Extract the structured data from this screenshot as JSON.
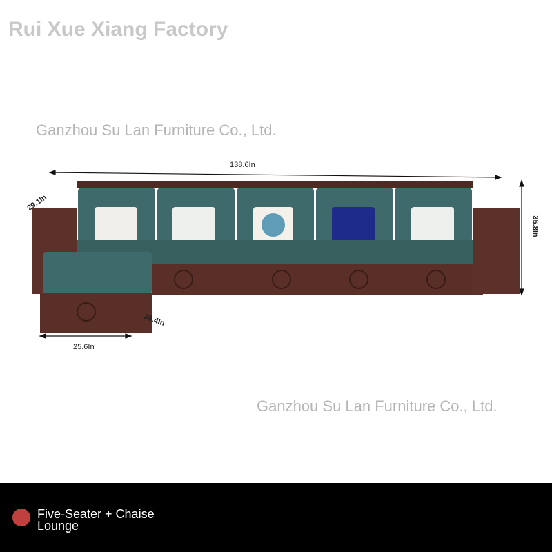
{
  "watermarks": {
    "factory": "Rui Xue Xiang Factory",
    "company_top": "Ganzhou Su Lan Furniture Co., Ltd.",
    "company_bottom": "Ganzhou Su Lan Furniture Co., Ltd."
  },
  "dimensions": {
    "length": "138.6In",
    "arm_depth": "29.1In",
    "height": "35.8In",
    "chaise_length": "39.4In",
    "chaise_width": "25.6In"
  },
  "caption": {
    "text": "Five-Seater + Chaise Lounge",
    "dot_color": "#c0403d"
  }
}
